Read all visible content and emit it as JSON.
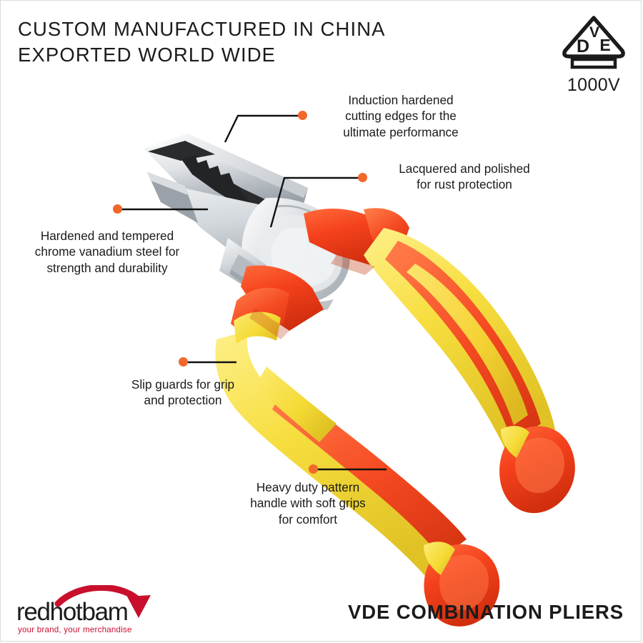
{
  "header": {
    "line1": "CUSTOM MANUFACTURED IN CHINA",
    "line2": "EXPORTED WORLD WIDE"
  },
  "certification_badge": {
    "name": "vde-logo",
    "letters": {
      "top": "V",
      "left": "D",
      "right": "E"
    },
    "rating": "1000V"
  },
  "callouts": [
    {
      "id": "induction-hardened",
      "text": "Induction hardened\ncutting edges for the\nultimate performance"
    },
    {
      "id": "lacquered-polished",
      "text": "Lacquered and polished\nfor rust protection"
    },
    {
      "id": "hardened-tempered",
      "text": "Hardened and tempered\nchrome vanadium steel for\nstrength and durability"
    },
    {
      "id": "slip-guards",
      "text": "Slip guards for grip\nand protection"
    },
    {
      "id": "heavy-duty-handle",
      "text": "Heavy duty pattern\nhandle with soft grips\nfor comfort"
    }
  ],
  "footer": {
    "brand": "redhotbam",
    "tagline": "your brand, your merchandise",
    "product_title": "VDE COMBINATION PLIERS"
  },
  "colors": {
    "callout_dot": "#F2682A",
    "leader_line": "#111111",
    "handle_red": "#F4411C",
    "handle_yellow": "#F7DE3F",
    "steel_light": "#EDEFF1",
    "steel_mid": "#C3C8CC",
    "steel_dark": "#8C9298",
    "brand_red": "#C8102E",
    "text": "#1B1B1B",
    "background": "#FFFFFF"
  }
}
